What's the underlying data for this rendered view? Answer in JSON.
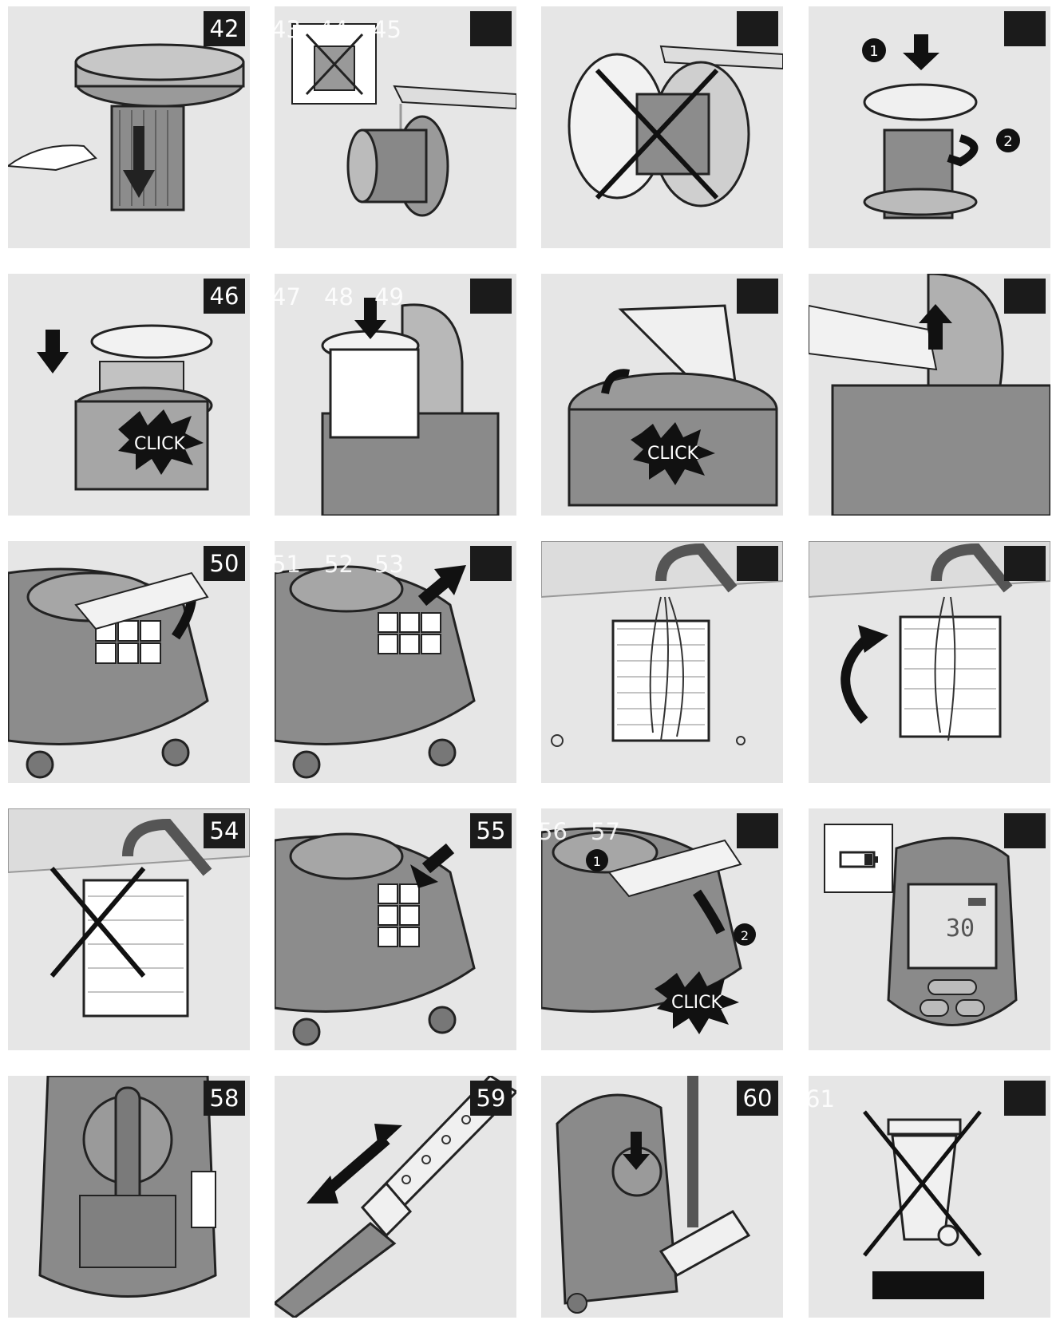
{
  "panels": [
    {
      "num": "42",
      "ghost": [
        "43",
        "44",
        "45"
      ],
      "scene": "filter-remove",
      "icon": "filter-icon"
    },
    {
      "num": "",
      "ghost": [],
      "scene": "filter-rinse",
      "icon": "tap-icon"
    },
    {
      "num": "",
      "ghost": [],
      "scene": "no-rinse-holder",
      "icon": "cross-icon"
    },
    {
      "num": "",
      "ghost": [],
      "scene": "filter-reattach",
      "icon": "rotate-arrow-icon",
      "badges": [
        "1",
        "2"
      ]
    },
    {
      "num": "46",
      "ghost": [
        "47",
        "48",
        "49"
      ],
      "scene": "container-click",
      "icon": "click-icon",
      "click": "CLICK"
    },
    {
      "num": "",
      "ghost": [],
      "scene": "container-insert",
      "icon": "down-arrow-icon"
    },
    {
      "num": "",
      "ghost": [],
      "scene": "lid-close",
      "icon": "click-icon",
      "click": "CLICK"
    },
    {
      "num": "",
      "ghost": [],
      "scene": "lid-open",
      "icon": "up-arrow-icon"
    },
    {
      "num": "50",
      "ghost": [
        "51",
        "52",
        "53"
      ],
      "scene": "cover-open",
      "icon": "curved-arrow-icon"
    },
    {
      "num": "",
      "ghost": [],
      "scene": "filter-pull",
      "icon": "arrow-icon"
    },
    {
      "num": "",
      "ghost": [],
      "scene": "filter-wash",
      "icon": "water-icon"
    },
    {
      "num": "",
      "ghost": [],
      "scene": "filter-wash-turn",
      "icon": "curved-arrow-icon"
    },
    {
      "num": "54",
      "ghost": [],
      "scene": "no-brush",
      "icon": "cross-icon"
    },
    {
      "num": "55",
      "ghost": [
        "56",
        "57"
      ],
      "scene": "filter-insert",
      "icon": "arrow-icon"
    },
    {
      "num": "",
      "ghost": [],
      "scene": "cover-close",
      "icon": "click-icon",
      "click": "CLICK",
      "badges": [
        "1",
        "2"
      ]
    },
    {
      "num": "",
      "ghost": [],
      "scene": "display-battery",
      "icon": "battery-icon",
      "display": "30"
    },
    {
      "num": "58",
      "ghost": [],
      "scene": "top-view",
      "icon": "handle-icon"
    },
    {
      "num": "59",
      "ghost": [],
      "scene": "tube-adjust",
      "icon": "double-arrow-icon"
    },
    {
      "num": "60",
      "ghost": [
        "61"
      ],
      "scene": "parking",
      "icon": "down-arrow-icon"
    },
    {
      "num": "",
      "ghost": [],
      "scene": "recycle",
      "icon": "crossed-bin-icon"
    }
  ]
}
